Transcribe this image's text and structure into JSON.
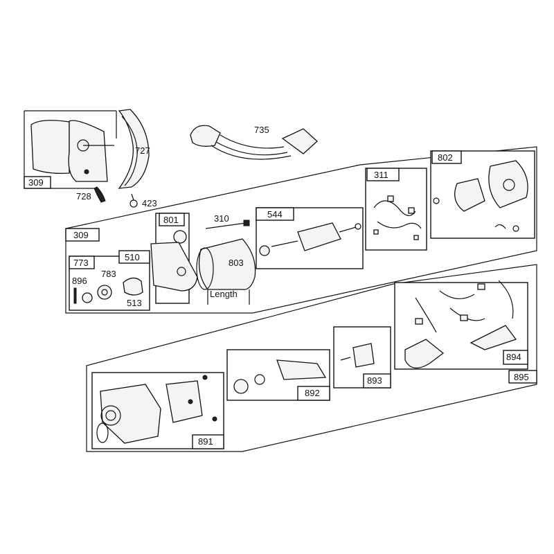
{
  "labels": {
    "p309a": "309",
    "p727": "727",
    "p728": "728",
    "p423": "423",
    "p735": "735",
    "p309b": "309",
    "p801": "801",
    "p310": "310",
    "p544": "544",
    "p311": "311",
    "p802": "802",
    "p773": "773",
    "p510": "510",
    "p896": "896",
    "p783": "783",
    "p513": "513",
    "p803": "803",
    "length": "Length",
    "p891": "891",
    "p892": "892",
    "p893": "893",
    "p894": "894",
    "p895": "895"
  }
}
